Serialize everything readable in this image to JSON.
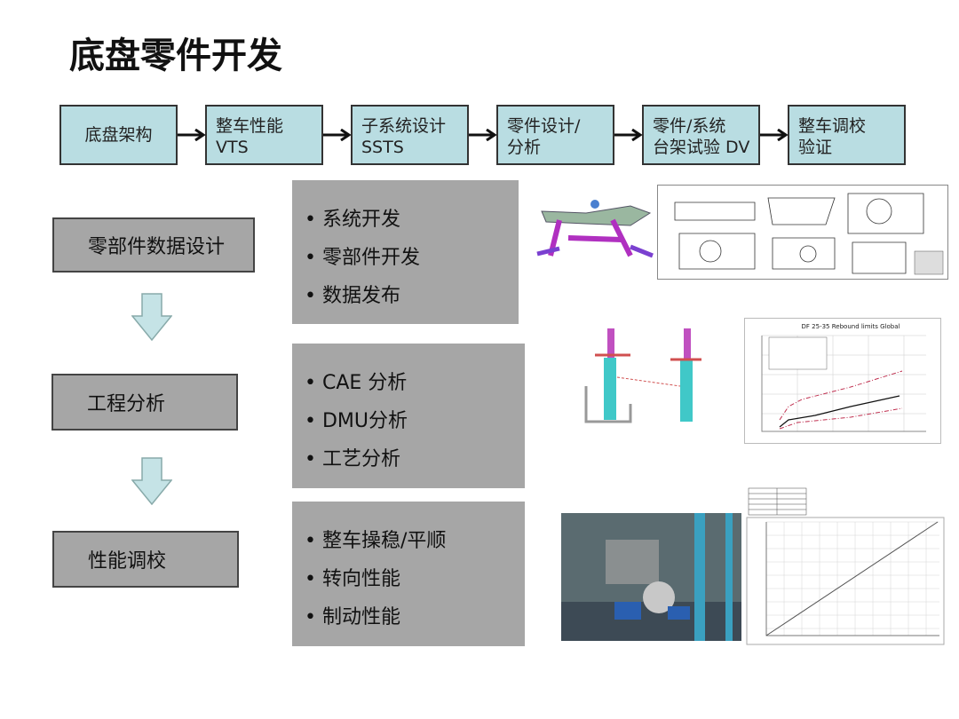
{
  "title": "底盘零件开发",
  "flow": [
    {
      "line1": "底盘架构",
      "line2": ""
    },
    {
      "line1": "整车性能",
      "line2": "VTS"
    },
    {
      "line1": "子系统设计",
      "line2": "SSTS"
    },
    {
      "line1": "零件设计/",
      "line2": "分析"
    },
    {
      "line1": "零件/系统",
      "line2": "台架试验 DV"
    },
    {
      "line1": "整车调校",
      "line2": "验证"
    }
  ],
  "stages": [
    "零部件数据设计",
    "工程分析",
    "性能调校"
  ],
  "panels": [
    [
      "• 系统开发",
      "• 零部件开发",
      "• 数据发布"
    ],
    [
      "• CAE 分析",
      "• DMU分析",
      "• 工艺分析"
    ],
    [
      "• 整车操稳/平顺",
      "• 转向性能",
      "• 制动性能"
    ]
  ],
  "chart1_title": "DF 25-35 Rebound limits Global",
  "colors": {
    "flow_fill": "#b9dde2",
    "panel_fill": "#a6a6a6",
    "arrow_fill": "#c5e3e6"
  }
}
